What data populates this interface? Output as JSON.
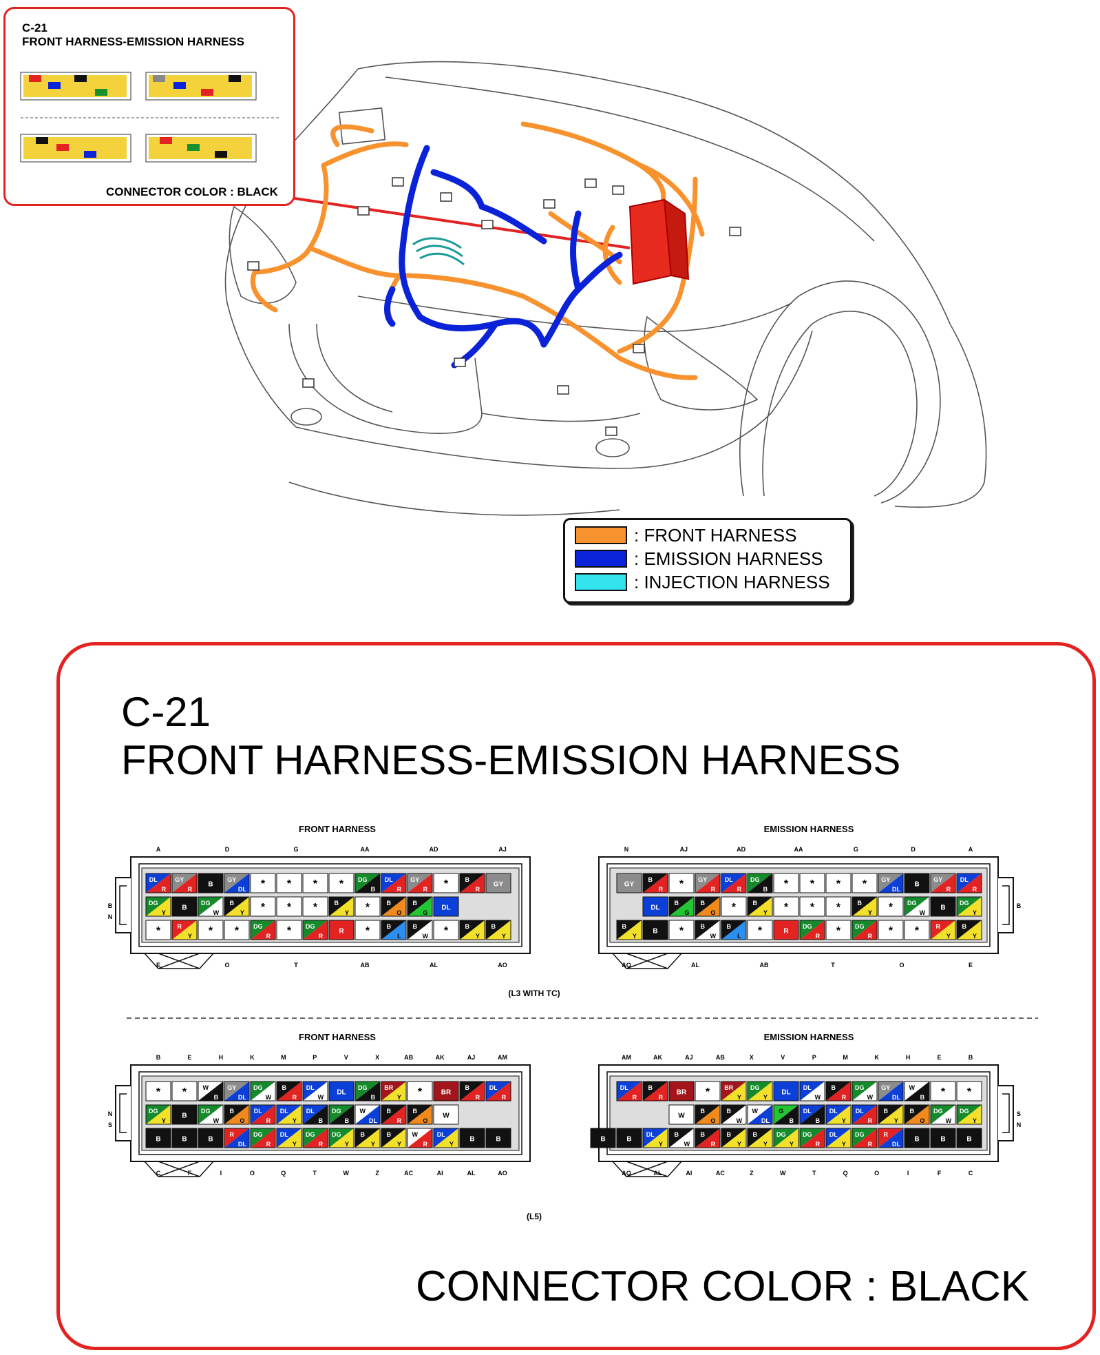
{
  "inset": {
    "connector_id": "C-21",
    "title": "FRONT HARNESS-EMISSION HARNESS",
    "connector_color": "CONNECTOR COLOR : BLACK"
  },
  "legend": {
    "items": [
      {
        "label": ": FRONT HARNESS",
        "color": "#f7922e"
      },
      {
        "label": ": EMISSION HARNESS",
        "color": "#0b23d8"
      },
      {
        "label": ": INJECTION HARNESS",
        "color": "#33e4ee"
      }
    ]
  },
  "detail": {
    "connector_id": "C-21",
    "title": "FRONT HARNESS-EMISSION HARNESS",
    "connector_color": "CONNECTOR COLOR : BLACK",
    "variants": [
      {
        "caption": "(L3 WITH TC)",
        "front_label": "FRONT HARNESS",
        "emission_label": "EMISSION HARNESS",
        "front_rows": [
          [
            "DL|R",
            "GY|R",
            "B",
            "GY|DL",
            "*",
            "*",
            "*",
            "*",
            "DG|B",
            "DL|R",
            "GY|R",
            "*",
            "B|R",
            "GY"
          ],
          [
            "DG|Y",
            "B",
            "DG|W",
            "B|Y",
            "*",
            "*",
            "*",
            "B|Y",
            "*",
            "B|O",
            "B|G",
            "DL"
          ],
          [
            "*",
            "R|Y",
            "*",
            "*",
            "DG|R",
            "*",
            "DG|R",
            "R",
            "*",
            "B|L",
            "B|W",
            "*",
            "B|Y",
            "B|Y"
          ]
        ],
        "emission_rows": [
          [
            "GY",
            "B|R",
            "*",
            "GY|R",
            "DL|R",
            "DG|B",
            "*",
            "*",
            "*",
            "*",
            "GY|DL",
            "B",
            "GY|R",
            "DL|R"
          ],
          [
            "DL",
            "B|G",
            "B|O",
            "*",
            "B|Y",
            "*",
            "*",
            "*",
            "B|Y",
            "*",
            "DG|W",
            "B",
            "DG|Y"
          ],
          [
            "B|Y",
            "B",
            "*",
            "B|W",
            "B|L",
            "*",
            "R",
            "DG|R",
            "*",
            "DG|R",
            "*",
            "*",
            "R|Y",
            "B|Y"
          ]
        ],
        "front_top_labels": [
          "A",
          "D",
          "G",
          "AA",
          "AD",
          "AJ"
        ],
        "front_bottom_labels": [
          "E",
          "O",
          "T",
          "AB",
          "AL",
          "AO"
        ],
        "front_side_labels": [
          "B",
          "N"
        ],
        "emission_top_labels": [
          "N",
          "AJ",
          "AD",
          "AA",
          "G",
          "D",
          "A"
        ],
        "emission_bottom_labels": [
          "AO",
          "AL",
          "AB",
          "T",
          "O",
          "E"
        ],
        "emission_side_labels": [
          "B"
        ]
      },
      {
        "caption": "(L5)",
        "front_label": "FRONT HARNESS",
        "emission_label": "EMISSION HARNESS",
        "front_rows": [
          [
            "*",
            "*",
            "W|B",
            "GY|DL",
            "DG|W",
            "B|R",
            "DL|W",
            "DL",
            "DG|B",
            "BR|Y",
            "*",
            "BR",
            "B|R",
            "DL|R"
          ],
          [
            "DG|Y",
            "B",
            "DG|W",
            "B|O",
            "DL|R",
            "DL|Y",
            "DL|B",
            "DG|B",
            "W|DL",
            "B|R",
            "B|O",
            "W"
          ],
          [
            "B",
            "B",
            "B",
            "R|DL",
            "DG|R",
            "DL|Y",
            "DG|R",
            "DG|Y",
            "B|Y",
            "B|Y",
            "W|R",
            "DL|Y",
            "B",
            "B"
          ]
        ],
        "emission_rows": [
          [
            "DL|R",
            "B|R",
            "BR",
            "*",
            "BR|Y",
            "DG|Y",
            "DL",
            "DL|W",
            "B|R",
            "DG|W",
            "GY|DL",
            "W|B",
            "*",
            "*"
          ],
          [
            "W",
            "B|O",
            "B|W",
            "W|DL",
            "G|B",
            "DL|B",
            "DL|Y",
            "DL|R",
            "B|Y",
            "B|O",
            "DG|W",
            "DG|Y"
          ],
          [
            "B",
            "B",
            "DL|Y",
            "B|W",
            "B|R",
            "B|Y",
            "B|Y",
            "DG|Y",
            "DG|R",
            "DL|Y",
            "DG|R",
            "R|DL",
            "B",
            "B",
            "B"
          ]
        ],
        "front_top_labels": [
          "B",
          "E",
          "H",
          "K",
          "M",
          "P",
          "V",
          "X",
          "AB",
          "AK",
          "AJ",
          "AM"
        ],
        "front_bottom_labels": [
          "C",
          "F",
          "I",
          "O",
          "Q",
          "T",
          "W",
          "Z",
          "AC",
          "AI",
          "AL",
          "AO"
        ],
        "front_side_labels": [
          "N",
          "S"
        ],
        "emission_top_labels": [
          "AM",
          "AK",
          "AJ",
          "AB",
          "X",
          "V",
          "P",
          "M",
          "K",
          "H",
          "E",
          "B"
        ],
        "emission_bottom_labels": [
          "AO",
          "AL",
          "AI",
          "AC",
          "Z",
          "W",
          "T",
          "Q",
          "O",
          "I",
          "F",
          "C"
        ],
        "emission_side_labels": [
          "S",
          "N"
        ]
      }
    ]
  }
}
